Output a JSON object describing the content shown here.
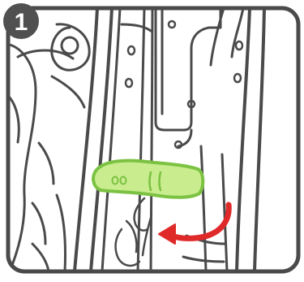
{
  "step": {
    "number": "1"
  },
  "colors": {
    "outline": "#4a4a4a",
    "frame_background": "#ffffff",
    "badge_fill": "#505050",
    "highlight_fill": "#c8ec8e",
    "highlight_stroke": "#7cc242",
    "arrow": "#e02a2a"
  },
  "icons": {
    "step_badge": "numbered-circle",
    "action_arrow": "curved-arrow-left",
    "highlighted_part": "release-lever"
  }
}
